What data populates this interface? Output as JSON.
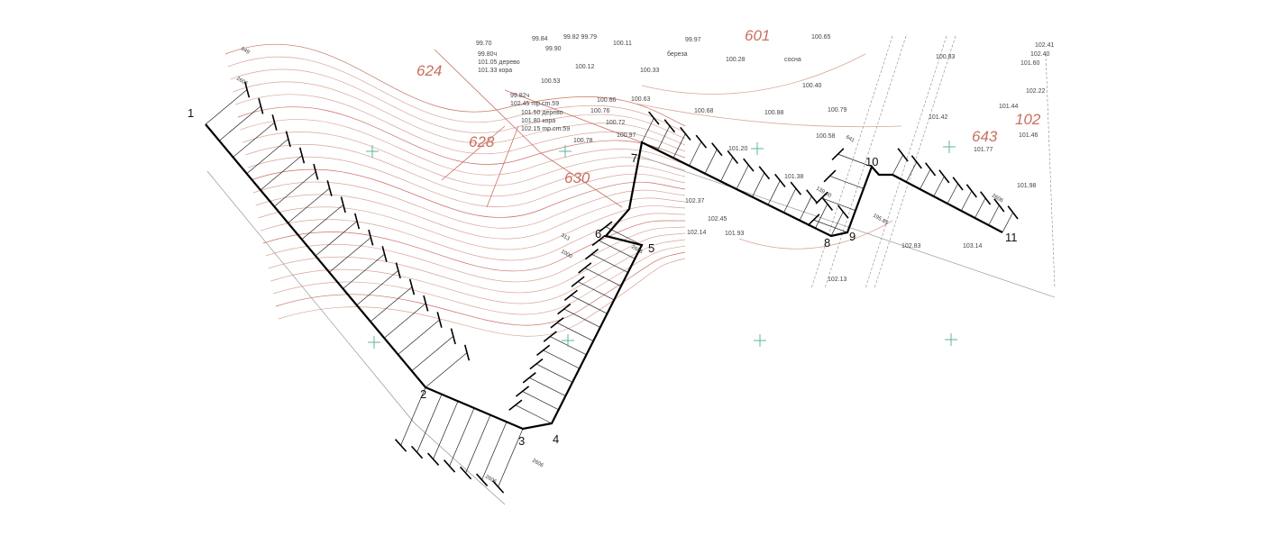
{
  "drawing": {
    "points": [
      "1",
      "2",
      "3",
      "4",
      "5",
      "6",
      "7",
      "8",
      "9",
      "10",
      "11"
    ],
    "contour_labels": [
      "624",
      "628",
      "630",
      "643",
      "601",
      "102"
    ],
    "elevations": [
      "99.70",
      "99.84",
      "99.82 99.79",
      "99.90",
      "100.11",
      "100.12",
      "100.53",
      "100.63",
      "100.66",
      "100.72",
      "100.76",
      "100.78",
      "100.97",
      "99.97",
      "100.65",
      "100.28",
      "100.33",
      "100.40",
      "100.68",
      "100.88",
      "100.79",
      "100.58",
      "101.20",
      "101.38",
      "101.77",
      "101.98",
      "102.41",
      "102.40",
      "101.60",
      "102.22",
      "101.44",
      "101.46",
      "100.83",
      "101.42",
      "102.37",
      "102.45",
      "102.14",
      "102.13",
      "101.93",
      "102.83",
      "103.14"
    ],
    "notes": [
      "99.80ч",
      "101.05 дерево",
      "101.33 кора",
      "99.82ч",
      "102.45 mp.cm.59",
      "101.50 дерево",
      "101.80 кора",
      "102.15 mp.cm.59",
      "береза",
      "сосна"
    ],
    "dimensions": [
      "2606",
      "2606",
      "2606",
      "2606",
      "2606",
      "1000",
      "313",
      "641",
      "649",
      "139.30",
      "195.85"
    ]
  },
  "colors": {
    "outline": "#000000",
    "contour": "#d9a598",
    "contour_index": "#c87060",
    "grid_cross": "#5fb3a0",
    "thin": "#888888"
  }
}
